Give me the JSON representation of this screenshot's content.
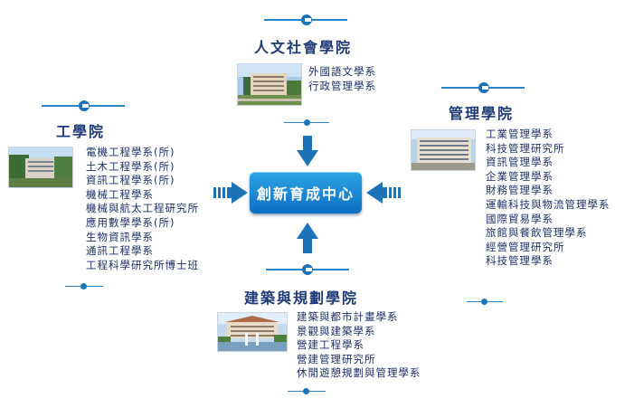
{
  "center": {
    "label": "創新育成中心",
    "color": "#1a86d4"
  },
  "colleges": {
    "humanities": {
      "title": "人文社會學院",
      "departments": [
        "外國語文學系",
        "行政管理學系"
      ]
    },
    "engineering": {
      "title": "工學院",
      "departments": [
        "電機工程學系(所)",
        "土木工程學系(所)",
        "資訊工程學系(所)",
        "機械工程學系",
        "機械與航太工程研究所",
        "應用數學學系(所)",
        "生物資訊學系",
        "通訊工程學系",
        "工程科學研究所博士班"
      ]
    },
    "management": {
      "title": "管理學院",
      "departments": [
        "工業管理學系",
        "科技管理研究所",
        "資訊管理學系",
        "企業管理學系",
        "財務管理學系",
        "運輸科技與物流管理學系",
        "國際貿易學系",
        "旅館與餐飲管理學系",
        "經營管理研究所",
        "科技管理學系"
      ]
    },
    "architecture": {
      "title": "建築與規劃學院",
      "departments": [
        "建築與都市計畫學系",
        "景觀與建築學系",
        "營建工程學系",
        "營建管理研究所",
        "休閒遊憩規劃與管理學系"
      ]
    }
  },
  "colors": {
    "accent": "#1d73b8",
    "line": "#2a86c8",
    "text": "#1c2f66"
  },
  "icons": [
    "arrow-down-icon",
    "arrow-up-icon",
    "arrow-right-icon",
    "arrow-left-icon",
    "c-badge-icon"
  ]
}
